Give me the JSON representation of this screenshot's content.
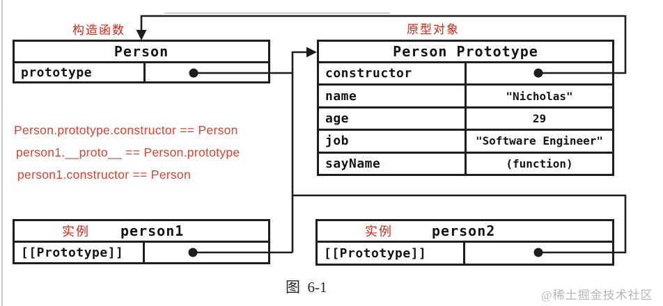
{
  "figure": {
    "caption": "图  6-1",
    "watermark": "@稀土掘金技术社区"
  },
  "labels": {
    "constructor_fn": "构造函数",
    "prototype_obj": "原型对象"
  },
  "person_box": {
    "title": "Person",
    "rows": [
      {
        "key": "prototype",
        "value": ""
      }
    ]
  },
  "prototype_box": {
    "title": "Person Prototype",
    "rows": [
      {
        "key": "constructor",
        "value": ""
      },
      {
        "key": "name",
        "value": "\"Nicholas\""
      },
      {
        "key": "age",
        "value": "29"
      },
      {
        "key": "job",
        "value": "\"Software Engineer\""
      },
      {
        "key": "sayName",
        "value": "(function)"
      }
    ]
  },
  "person1_box": {
    "instance_label": "实例",
    "title": "person1",
    "rows": [
      {
        "key": "[[Prototype]]",
        "value": ""
      }
    ]
  },
  "person2_box": {
    "instance_label": "实例",
    "title": "person2",
    "rows": [
      {
        "key": "[[Prototype]]",
        "value": ""
      }
    ]
  },
  "annotations": {
    "lines": [
      "Person.prototype.constructor == Person",
      "person1.__proto__ == Person.prototype",
      "person1.constructor == Person"
    ]
  },
  "colors": {
    "line": "#1d1d1d",
    "label_red": "#df2415",
    "code_red": "#e1402f",
    "watermark_gray": "#b6b6b6"
  }
}
